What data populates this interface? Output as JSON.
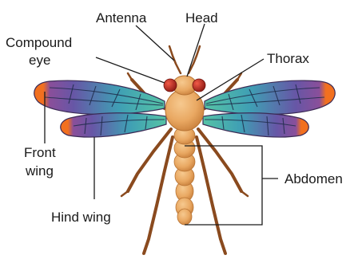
{
  "labels": {
    "antenna": "Antenna",
    "head": "Head",
    "compound_eye_1": "Compound",
    "compound_eye_2": "eye",
    "thorax": "Thorax",
    "front_wing_1": "Front",
    "front_wing_2": "wing",
    "abdomen": "Abdomen",
    "hind_wing": "Hind wing"
  },
  "colors": {
    "body": "#e9a862",
    "body_shade": "#c9803c",
    "legs": "#8a4a1e",
    "eyes": "#c62a22",
    "wing_tip": "#f2701f",
    "wing_base": "#3fb8a4",
    "wing_mid": "#6a58a8"
  }
}
